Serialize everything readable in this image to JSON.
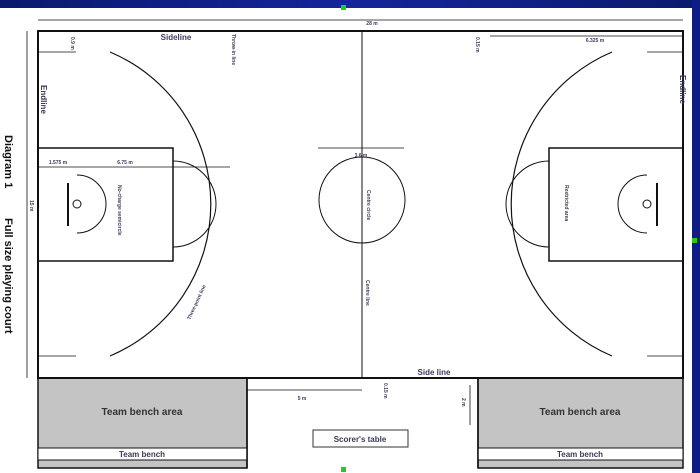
{
  "diagram": {
    "side_title_1": "Diagram 1",
    "side_title_2": "Full size playing court",
    "labels": {
      "sideline_top": "Sideline",
      "sideline_bottom": "Side line",
      "throw_in_line": "Throw-in line",
      "endline_left": "Endline",
      "endline_right": "Endline",
      "no_charge": "No-charge semicircle",
      "restricted": "Restricted area",
      "centre_circle": "Centre circle",
      "centre_line": "Centre line",
      "three_point": "Three-point line",
      "team_bench_area_left": "Team bench area",
      "team_bench_area_right": "Team bench area",
      "team_bench_left": "Team bench",
      "team_bench_right": "Team bench",
      "scorers_table": "Scorer's table"
    },
    "dimensions": {
      "length": "28 m",
      "width": "15 m",
      "corner": "0.9 m",
      "three_pt_top": "6.325 m",
      "throw_in": "0.15 m",
      "basket_dist": "1.575 m",
      "three_radius": "6.75 m",
      "circle": "3.6 m",
      "bench_offset": "5 m",
      "bench_gap": "0.15 m",
      "bench_depth": "2 m"
    }
  },
  "colors": {
    "slide_border": "#0e1d85",
    "bench_area": "#c4c4c4",
    "line": "#111111"
  }
}
